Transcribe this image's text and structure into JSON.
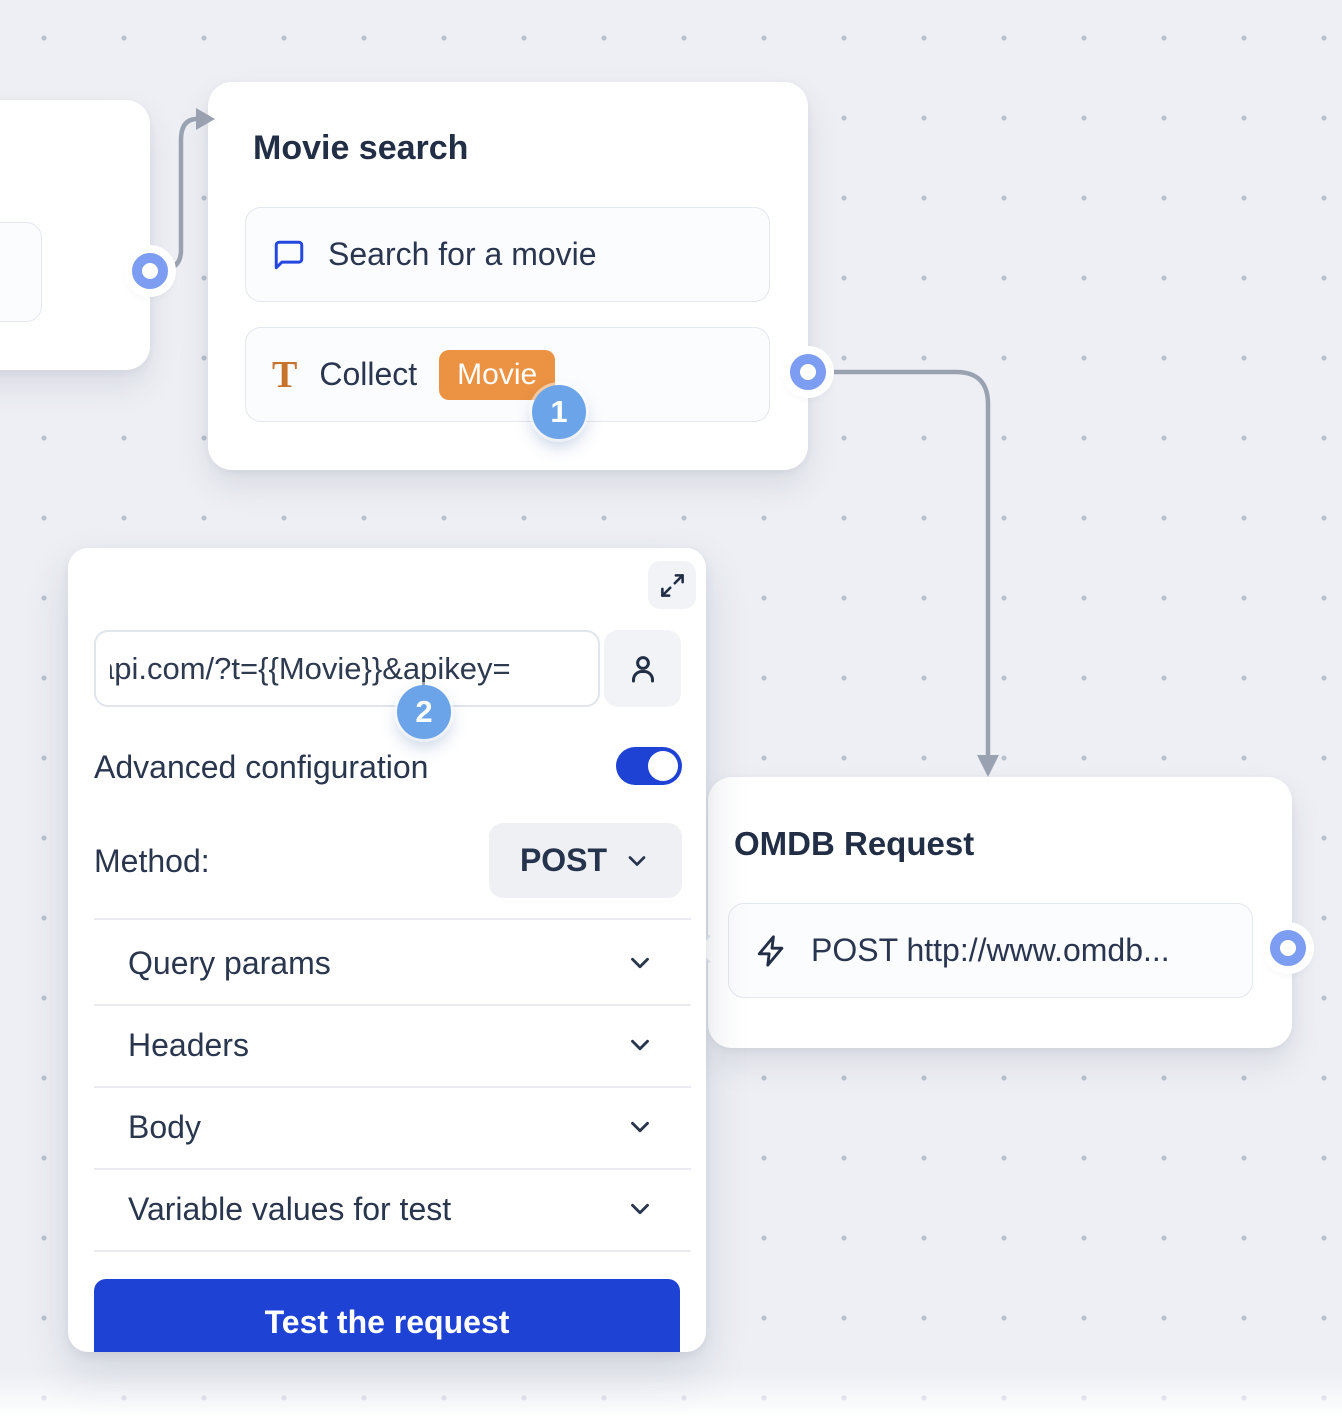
{
  "colors": {
    "background": "#edeff4",
    "dot": "#b9c1cf",
    "primary_blue": "#1e42d4",
    "port_blue": "#7c9df1",
    "connector_gray": "#9aa2b1",
    "step_badge_blue": "#6ca4e9",
    "variable_orange": "#eb9243",
    "text_dark": "#222e45"
  },
  "icons": {
    "chat_bubble": "chat-bubble-icon",
    "text": "text-icon (serif T)",
    "lightning": "lightning-icon",
    "person": "person-icon",
    "expand": "expand-icon (diagonal arrows)",
    "chevron_down": "chevron-down-icon"
  },
  "nodes": {
    "movie_search": {
      "title": "Movie search",
      "rows": [
        {
          "icon": "chat-bubble-icon",
          "label": "Search for a movie"
        },
        {
          "icon": "text-icon",
          "label": "Collect",
          "variable": "Movie"
        }
      ],
      "step_badge": "1"
    },
    "omdb_request": {
      "title": "OMDB Request",
      "rows": [
        {
          "icon": "lightning-icon",
          "label": "POST http://www.omdb..."
        }
      ]
    }
  },
  "editor": {
    "url_value": "api.com/?t={{Movie}}&apikey=",
    "advanced_label": "Advanced configuration",
    "advanced_on": true,
    "method_label": "Method:",
    "method_value": "POST",
    "sections": [
      "Query params",
      "Headers",
      "Body",
      "Variable values for test"
    ],
    "test_button_label": "Test the request",
    "step_badge": "2"
  }
}
